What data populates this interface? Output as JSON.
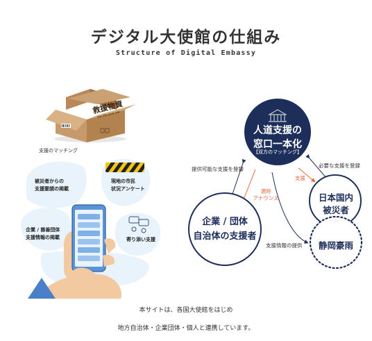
{
  "header": {
    "title": "デジタル大使館の仕組み",
    "subtitle": "Structure of Digital Embassy"
  },
  "left": {
    "box_stamp_line1": "救援物資",
    "box_stamp_line2": "For life save use",
    "box_caption": "支援のマッチング",
    "blob_top_left": [
      "被災者からの",
      "支援要請の掲載"
    ],
    "blob_top_right": [
      "現地の市民",
      "状況アンケート"
    ],
    "blob_mid_left": [
      "企業 / 慈善団体",
      "支援情報の掲載"
    ],
    "blob_mid_right": "寄り添い支援"
  },
  "diagram": {
    "hub_line1": "人道支援の",
    "hub_line2": "窓口一本化",
    "hub_sub": "【双方のマッチング】",
    "corp_line1": "企業 / 団体",
    "corp_line2": "自治体の支援者",
    "japan_line1": "日本国内",
    "japan_line2": "被災者",
    "shizuoka": "静岡豪雨",
    "label_offer": "提供可能な支援を登録",
    "label_need": "必要な支援を登録",
    "label_timely_1": "適時",
    "label_timely_2": "アナウンス",
    "label_support": "支援",
    "label_info": "支援情報の提供"
  },
  "footer": {
    "line1": "本サイトは、各国大使館をはじめ",
    "line2": "地方自治体・企業団体・個人と連携しています。"
  },
  "colors": {
    "navy": "#1d2e5a",
    "orange": "#e06a3b",
    "blob": "#e8f3fb",
    "phone_blue": "#5b94d6"
  }
}
